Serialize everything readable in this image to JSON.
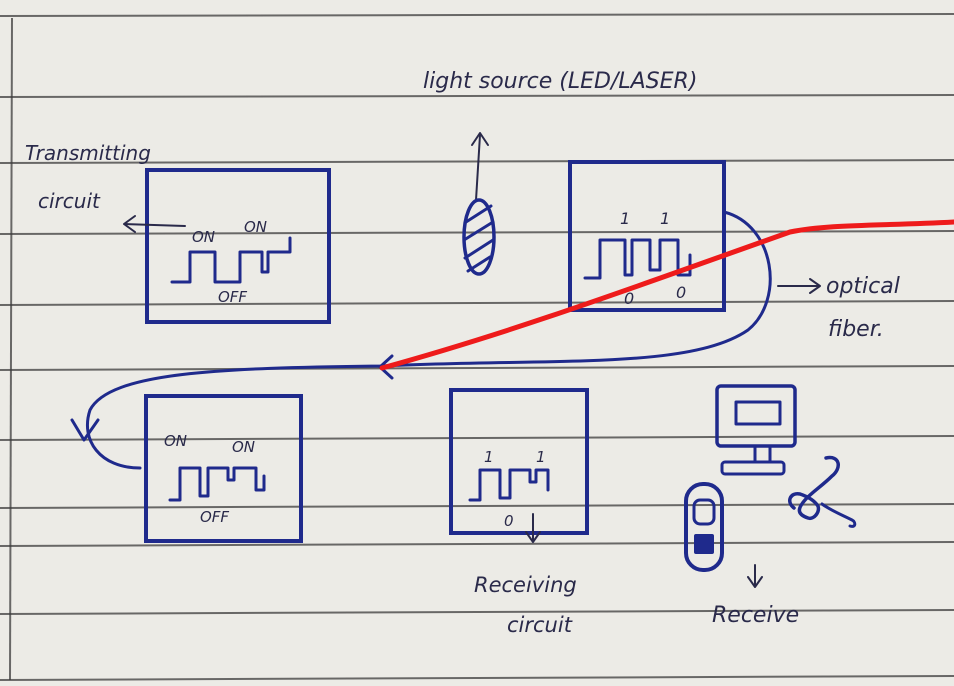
{
  "labels": {
    "light_source": "light source (LED/LASER)",
    "transmitting_1": "Transmitting",
    "transmitting_2": "circuit",
    "optical_1": "optical",
    "optical_2": "fiber.",
    "receiving_1": "Receiving",
    "receiving_2": "circuit",
    "receive": "Receive",
    "on": "ON",
    "off": "OFF",
    "one": "1",
    "zero": "0"
  },
  "colors": {
    "paper": "#ecebe6",
    "ink": "#1f2a8c",
    "pencil": "#2a2a4a",
    "laser": "#ee1b1b"
  },
  "icons": {
    "led": "led-bulb-icon",
    "computer": "computer-monitor-icon",
    "phone": "telephone-handset-icon",
    "mobile": "mobile-phone-icon"
  }
}
